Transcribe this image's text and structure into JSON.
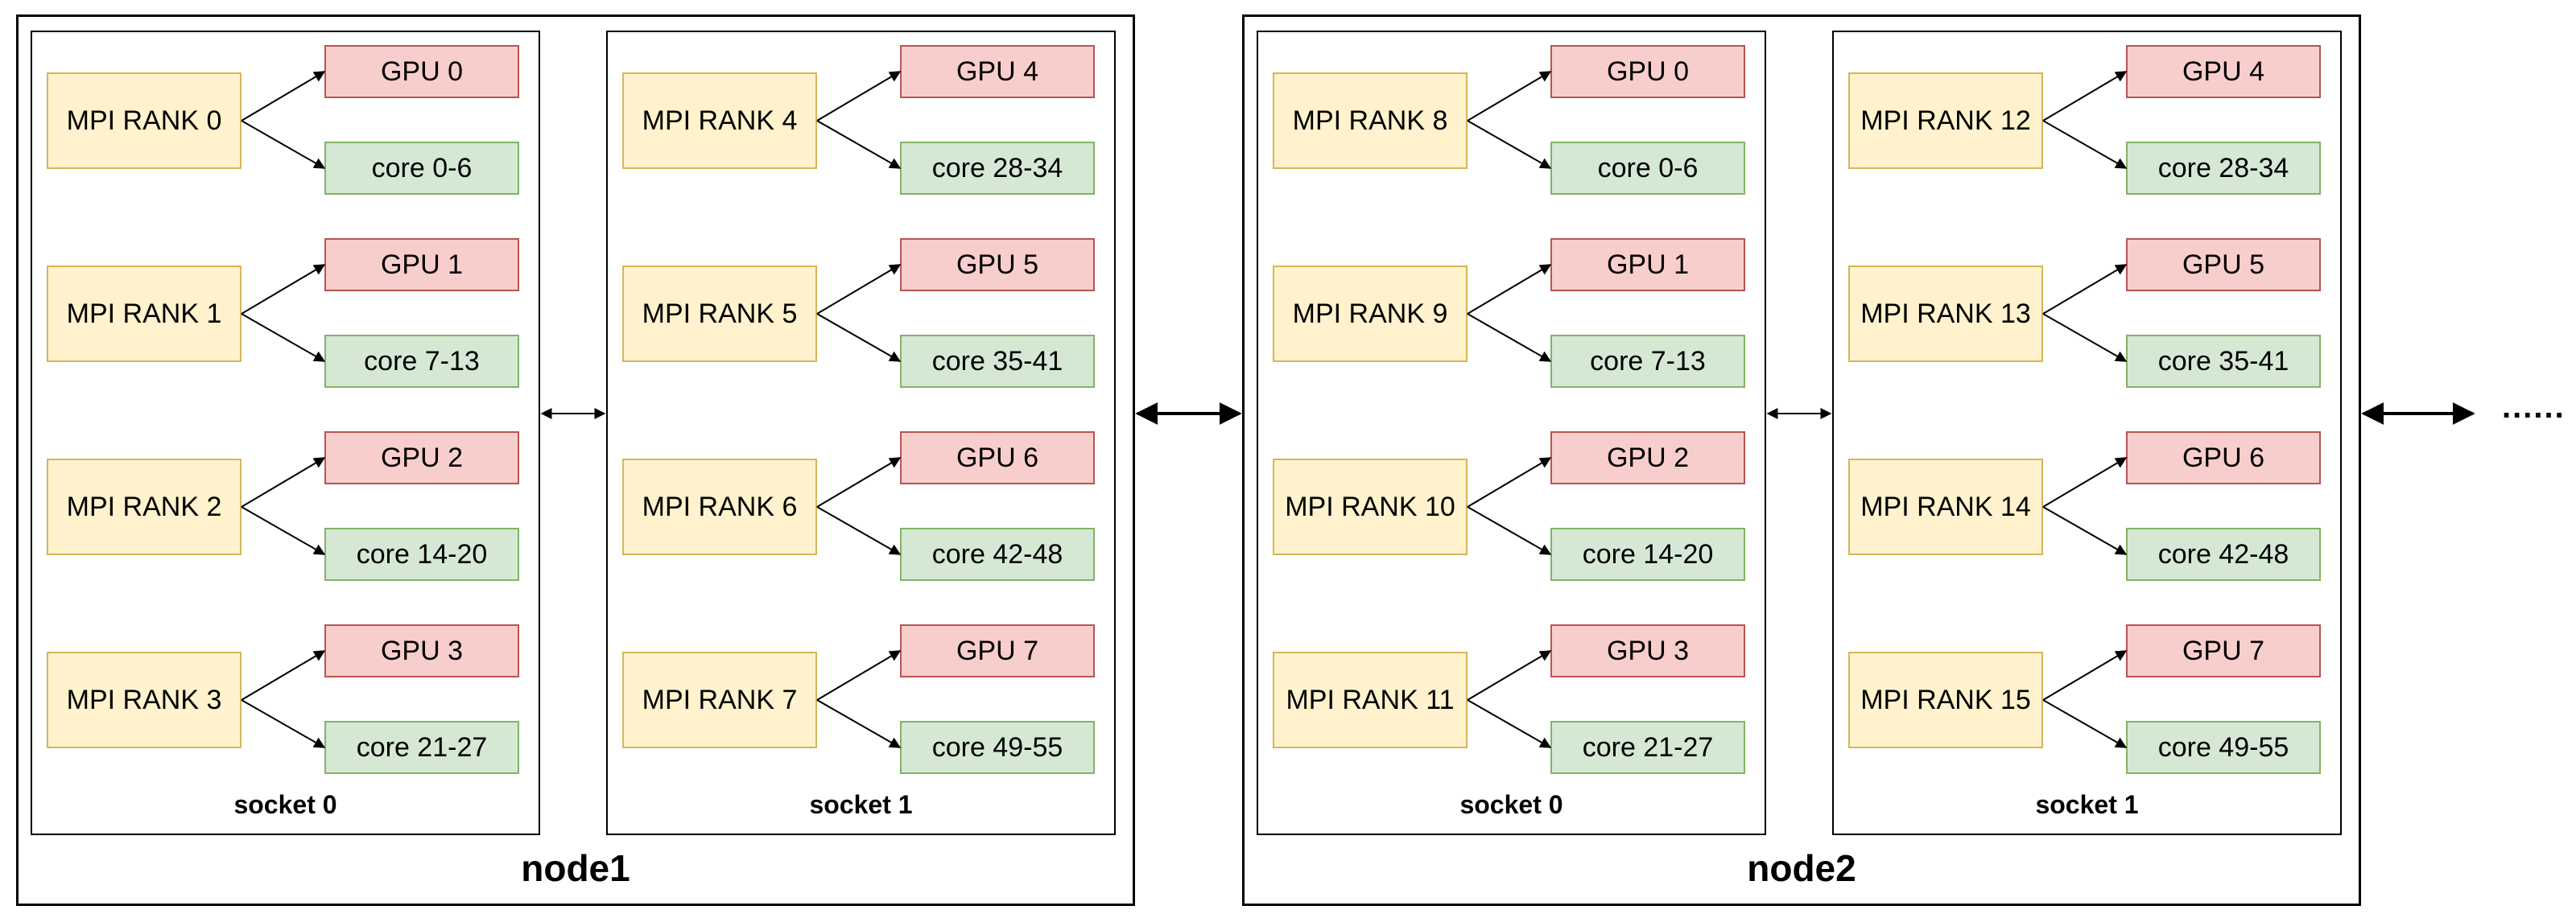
{
  "nodes": [
    {
      "label": "node1",
      "sockets": [
        {
          "label": "socket 0",
          "ranks": [
            {
              "rank": "MPI RANK 0",
              "gpu": "GPU 0",
              "cores": "core 0-6"
            },
            {
              "rank": "MPI RANK 1",
              "gpu": "GPU 1",
              "cores": "core 7-13"
            },
            {
              "rank": "MPI RANK 2",
              "gpu": "GPU 2",
              "cores": "core 14-20"
            },
            {
              "rank": "MPI RANK 3",
              "gpu": "GPU 3",
              "cores": "core 21-27"
            }
          ]
        },
        {
          "label": "socket 1",
          "ranks": [
            {
              "rank": "MPI RANK 4",
              "gpu": "GPU 4",
              "cores": "core 28-34"
            },
            {
              "rank": "MPI RANK 5",
              "gpu": "GPU 5",
              "cores": "core 35-41"
            },
            {
              "rank": "MPI RANK 6",
              "gpu": "GPU 6",
              "cores": "core 42-48"
            },
            {
              "rank": "MPI RANK 7",
              "gpu": "GPU 7",
              "cores": "core 49-55"
            }
          ]
        }
      ]
    },
    {
      "label": "node2",
      "sockets": [
        {
          "label": "socket 0",
          "ranks": [
            {
              "rank": "MPI RANK 8",
              "gpu": "GPU 0",
              "cores": "core 0-6"
            },
            {
              "rank": "MPI RANK 9",
              "gpu": "GPU 1",
              "cores": "core 7-13"
            },
            {
              "rank": "MPI RANK 10",
              "gpu": "GPU 2",
              "cores": "core 14-20"
            },
            {
              "rank": "MPI RANK 11",
              "gpu": "GPU 3",
              "cores": "core 21-27"
            }
          ]
        },
        {
          "label": "socket 1",
          "ranks": [
            {
              "rank": "MPI RANK 12",
              "gpu": "GPU 4",
              "cores": "core 28-34"
            },
            {
              "rank": "MPI RANK 13",
              "gpu": "GPU 5",
              "cores": "core 35-41"
            },
            {
              "rank": "MPI RANK 14",
              "gpu": "GPU 6",
              "cores": "core 42-48"
            },
            {
              "rank": "MPI RANK 15",
              "gpu": "GPU 7",
              "cores": "core 49-55"
            }
          ]
        }
      ]
    }
  ],
  "continuation": "......",
  "colors": {
    "rank_fill": "#fff2cc",
    "rank_border": "#d6b656",
    "gpu_fill": "#f8cecc",
    "gpu_border": "#b85450",
    "core_fill": "#d5e8d4",
    "core_border": "#82b366"
  }
}
